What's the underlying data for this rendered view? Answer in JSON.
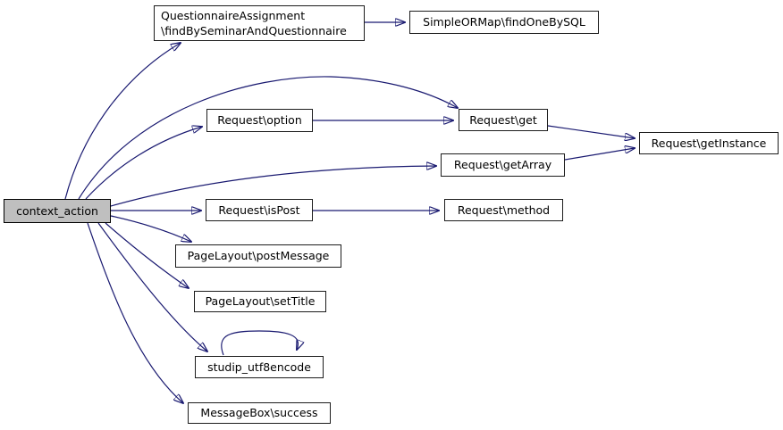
{
  "graph": {
    "type": "call-graph",
    "colors": {
      "edge": "#191970",
      "node_border": "#1c1c1c",
      "node_fill": "#ffffff",
      "highlight_fill": "#bfbfbf",
      "text": "#000000",
      "background": "#ffffff"
    },
    "nodes": [
      {
        "id": "context_action",
        "label": "context_action",
        "highlighted": true
      },
      {
        "id": "questionnaire_assignment_find",
        "label": "QuestionnaireAssignment\n\\findBySeminarAndQuestionnaire",
        "highlighted": false
      },
      {
        "id": "simpleormap_findonebysql",
        "label": "SimpleORMap\\findOneBySQL",
        "highlighted": false
      },
      {
        "id": "request_option",
        "label": "Request\\option",
        "highlighted": false
      },
      {
        "id": "request_get",
        "label": "Request\\get",
        "highlighted": false
      },
      {
        "id": "request_getinstance",
        "label": "Request\\getInstance",
        "highlighted": false
      },
      {
        "id": "request_getarray",
        "label": "Request\\getArray",
        "highlighted": false
      },
      {
        "id": "request_ispost",
        "label": "Request\\isPost",
        "highlighted": false
      },
      {
        "id": "request_method",
        "label": "Request\\method",
        "highlighted": false
      },
      {
        "id": "pagelayout_postmessage",
        "label": "PageLayout\\postMessage",
        "highlighted": false
      },
      {
        "id": "pagelayout_settitle",
        "label": "PageLayout\\setTitle",
        "highlighted": false
      },
      {
        "id": "studip_utf8encode",
        "label": "studip_utf8encode",
        "highlighted": false
      },
      {
        "id": "messagebox_success",
        "label": "MessageBox\\success",
        "highlighted": false
      }
    ],
    "edges": [
      {
        "from": "context_action",
        "to": "questionnaire_assignment_find"
      },
      {
        "from": "context_action",
        "to": "request_get"
      },
      {
        "from": "context_action",
        "to": "request_option"
      },
      {
        "from": "context_action",
        "to": "request_getarray"
      },
      {
        "from": "context_action",
        "to": "request_ispost"
      },
      {
        "from": "context_action",
        "to": "pagelayout_postmessage"
      },
      {
        "from": "context_action",
        "to": "pagelayout_settitle"
      },
      {
        "from": "context_action",
        "to": "studip_utf8encode"
      },
      {
        "from": "context_action",
        "to": "messagebox_success"
      },
      {
        "from": "questionnaire_assignment_find",
        "to": "simpleormap_findonebysql"
      },
      {
        "from": "request_option",
        "to": "request_get"
      },
      {
        "from": "request_get",
        "to": "request_getinstance"
      },
      {
        "from": "request_getarray",
        "to": "request_getinstance"
      },
      {
        "from": "request_ispost",
        "to": "request_method"
      },
      {
        "from": "studip_utf8encode",
        "to": "studip_utf8encode"
      }
    ]
  }
}
